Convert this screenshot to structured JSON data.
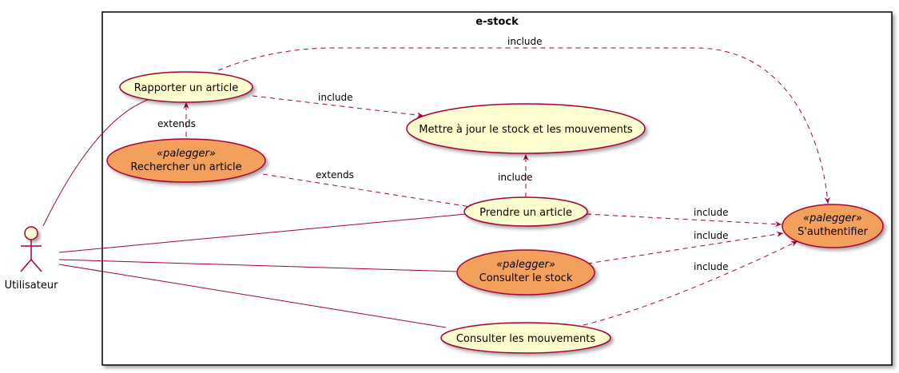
{
  "system": {
    "title": "e-stock"
  },
  "actor": {
    "label": "Utilisateur"
  },
  "colors": {
    "plain_fill": "#FEFECE",
    "stereo_fill": "#F4A05D",
    "line": "#A80036",
    "border": "#000000"
  },
  "use_cases": {
    "rapporter": {
      "label": "Rapporter un article"
    },
    "rechercher": {
      "stereotype": "«palegger»",
      "label": "Rechercher un article"
    },
    "mettre": {
      "label": "Mettre à jour le stock et les mouvements"
    },
    "prendre": {
      "label": "Prendre un article"
    },
    "authentifier": {
      "stereotype": "«palegger»",
      "label": "S'authentifier"
    },
    "consulter_stock": {
      "stereotype": "«palegger»",
      "label": "Consulter le stock"
    },
    "consulter_mouvements": {
      "label": "Consulter les mouvements"
    }
  },
  "edges": {
    "rapporter_auth": "include",
    "rapporter_mettre": "include",
    "rechercher_rapporter": "extends",
    "rechercher_prendre": "extends",
    "prendre_mettre": "include",
    "prendre_auth": "include",
    "stock_auth": "include",
    "mouvements_auth": "include"
  }
}
